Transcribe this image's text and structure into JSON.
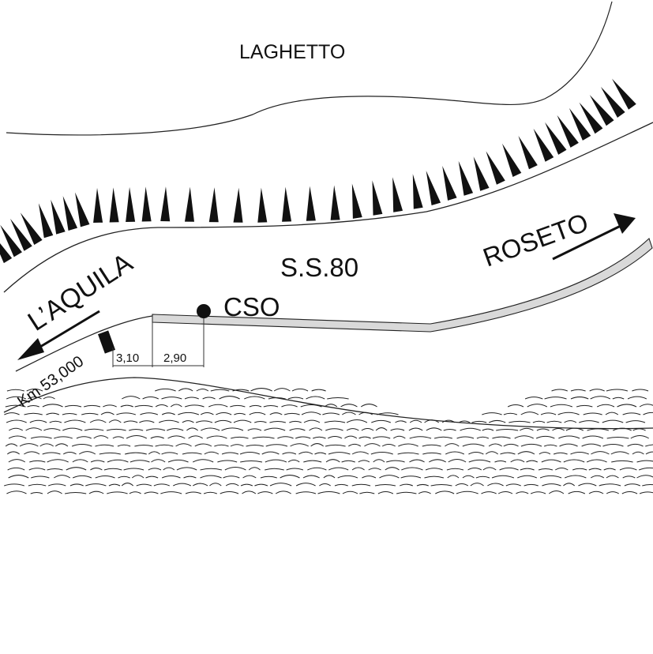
{
  "labels": {
    "lake": "LAGHETTO",
    "road": "S.S.80",
    "left_destination": "L’AQUILA",
    "right_destination": "ROSETO",
    "station": "CSO",
    "kilometer": "Km 53,000"
  },
  "dimensions": {
    "first": "3,10",
    "second": "2,90"
  },
  "colors": {
    "ink": "#111111",
    "road_strip_fill": "#d9d9d9",
    "background": "#ffffff"
  }
}
